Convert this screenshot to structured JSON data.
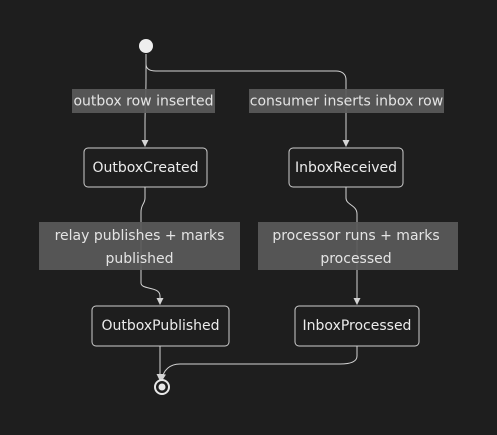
{
  "diagram": {
    "type": "state-diagram",
    "colors": {
      "background": "#1e1e1e",
      "line": "#d4d4d4",
      "node_border": "#cfcfcf",
      "node_text": "#ececec",
      "label_background": "#5a5a5a",
      "label_text": "#e4e4e4",
      "start_marker": "#eeeeee"
    },
    "states": {
      "outbox_created": "OutboxCreated",
      "inbox_received": "InboxReceived",
      "outbox_published": "OutboxPublished",
      "inbox_processed": "InboxProcessed"
    },
    "transitions": {
      "outbox_row_inserted": "outbox row inserted",
      "consumer_inserts_inbox_row": "consumer inserts inbox row",
      "relay_publishes_line1": "relay publishes + marks",
      "relay_publishes_line2": "published",
      "processor_runs_line1": "processor runs + marks",
      "processor_runs_line2": "processed"
    }
  }
}
